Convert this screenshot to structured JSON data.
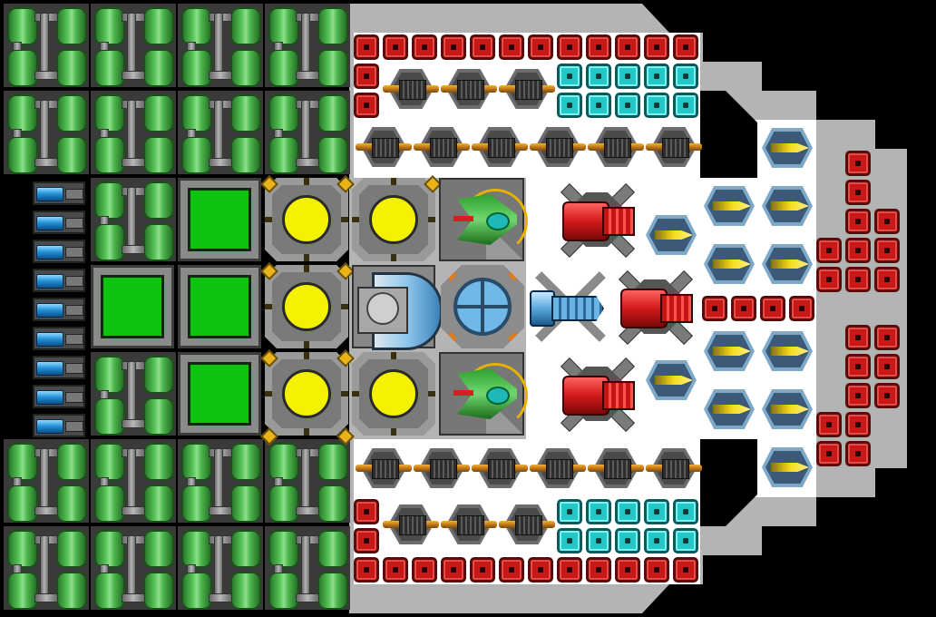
{
  "scene": {
    "colors": {
      "background": "#000000",
      "hull": "#b4b4b4",
      "deck": "#ffffff",
      "tank_green": "#4fb84f",
      "armor_red": "#c81818",
      "armor_cyan": "#22c8c8",
      "generator_yellow": "#f5f200",
      "room_green": "#0fc40f",
      "gun_orange": "#c47818",
      "missile_blue": "#7fa9c8"
    },
    "components": {
      "tank": "green-fuel-tank",
      "red_block": "red-armor-block",
      "cyan_block": "cyan-armor-block",
      "gun": "orange-cannon-turret",
      "missile": "blue-missile-launcher",
      "generator": "yellow-power-generator",
      "room": "green-crew-room",
      "thruster": "blue-thruster",
      "heavy": "red-heavy-turret",
      "fighter": "green-fighter-bay",
      "core": "blue-reactor-core",
      "dome": "shield-dome",
      "beam": "blue-beam-cannon"
    }
  }
}
